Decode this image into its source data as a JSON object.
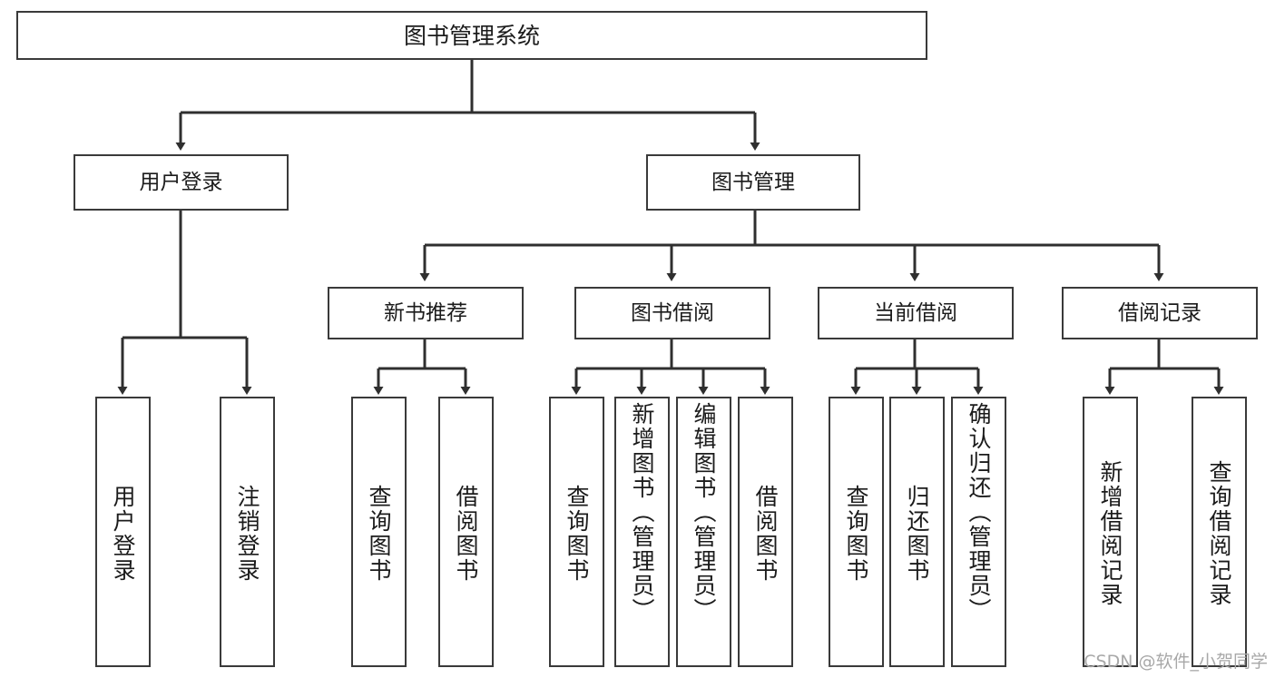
{
  "diagram": {
    "title_node": {
      "label": "图书管理系统"
    },
    "level2": [
      {
        "id": "user-login",
        "label": "用户登录"
      },
      {
        "id": "book-manage",
        "label": "图书管理"
      }
    ],
    "level3": [
      {
        "id": "new-book-recommend",
        "label": "新书推荐"
      },
      {
        "id": "book-borrow",
        "label": "图书借阅"
      },
      {
        "id": "current-borrow",
        "label": "当前借阅"
      },
      {
        "id": "borrow-record",
        "label": "借阅记录"
      }
    ],
    "leaves": [
      {
        "id": "leaf-user-login",
        "label": "用户登录",
        "group": "user-login"
      },
      {
        "id": "leaf-logout-login",
        "label": "注销登录",
        "group": "user-login"
      },
      {
        "id": "leaf-query-book-1",
        "label": "查询图书",
        "group": "new-book-recommend"
      },
      {
        "id": "leaf-borrow-book-1",
        "label": "借阅图书",
        "group": "new-book-recommend"
      },
      {
        "id": "leaf-query-book-2",
        "label": "查询图书",
        "group": "book-borrow"
      },
      {
        "id": "leaf-add-book",
        "label": "新增图书（管理员）",
        "group": "book-borrow"
      },
      {
        "id": "leaf-edit-book",
        "label": "编辑图书（管理员）",
        "group": "book-borrow"
      },
      {
        "id": "leaf-borrow-book-2",
        "label": "借阅图书",
        "group": "book-borrow"
      },
      {
        "id": "leaf-query-book-3",
        "label": "查询图书",
        "group": "current-borrow"
      },
      {
        "id": "leaf-return-book",
        "label": "归还图书",
        "group": "current-borrow"
      },
      {
        "id": "leaf-confirm-return",
        "label": "确认归还（管理员）",
        "group": "current-borrow"
      },
      {
        "id": "leaf-add-record",
        "label": "新增借阅记录",
        "group": "borrow-record"
      },
      {
        "id": "leaf-query-record",
        "label": "查询借阅记录",
        "group": "borrow-record"
      }
    ],
    "watermark": "CSDN @软件_小贺同学",
    "colors": {
      "stroke": "#3a3a3a",
      "text": "#1b1b1b",
      "background": "#ffffff",
      "watermark": "#a8a8a8"
    }
  }
}
